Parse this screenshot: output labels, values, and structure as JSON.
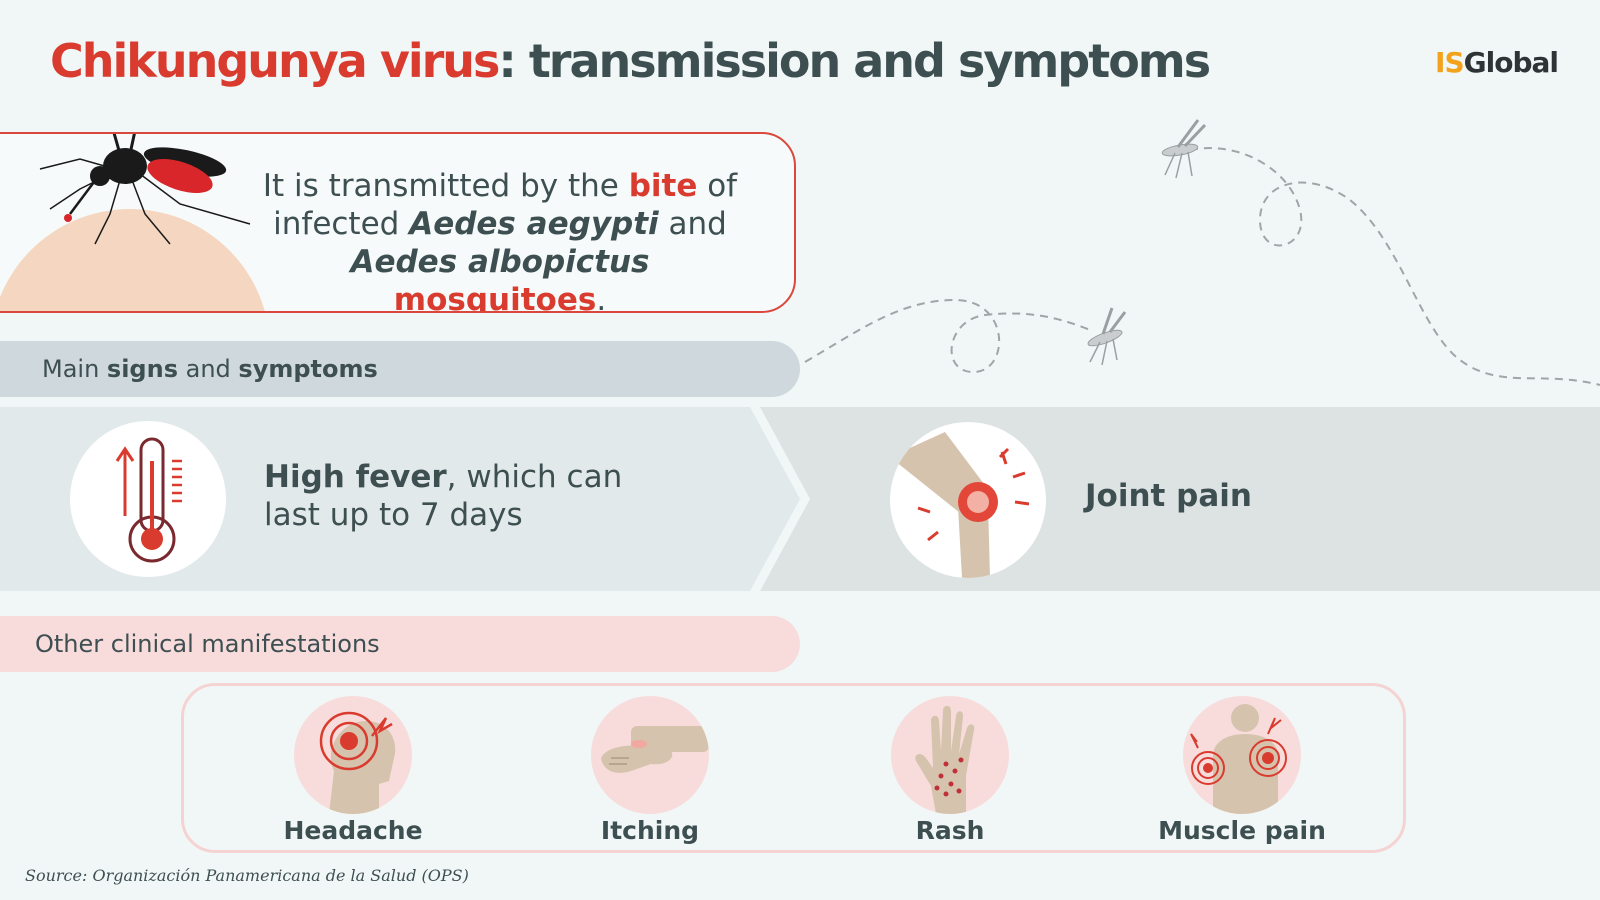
{
  "header": {
    "title_part1": "Chikungunya virus",
    "title_part2": ": transmission and symptoms",
    "logo_is": "IS",
    "logo_global": "Global"
  },
  "transmission": {
    "line1_a": "It is transmitted by the ",
    "line1_bite": "bite",
    "line1_b": " of",
    "line2_a": "infected ",
    "line2_species1": "Aedes aegypti",
    "line2_b": " and",
    "line3_species2": "Aedes albopictus",
    "line3_space": " ",
    "line3_mosquitoes": "mosquitoes",
    "line3_period": "."
  },
  "signs": {
    "label_a": "Main ",
    "label_signs": "signs",
    "label_b": " and ",
    "label_symptoms": "symptoms",
    "fever_bold": "High fever",
    "fever_rest1": ", which can",
    "fever_rest2": "last up to 7 days",
    "joint": "Joint pain"
  },
  "other": {
    "label": "Other clinical manifestations",
    "items": [
      {
        "label": "Headache",
        "icon": "headache-icon"
      },
      {
        "label": "Itching",
        "icon": "itching-icon"
      },
      {
        "label": "Rash",
        "icon": "rash-icon"
      },
      {
        "label": "Muscle pain",
        "icon": "muscle-pain-icon"
      }
    ]
  },
  "source": "Source: Organización Panamericana de la Salud (OPS)",
  "colors": {
    "accent_red": "#d93b2e",
    "text_dark": "#3e4f52",
    "logo_orange": "#f2a21b",
    "signs_bar": "#cfd9dd",
    "other_bar": "#f8dcdc",
    "background": "#f1f7f7"
  }
}
